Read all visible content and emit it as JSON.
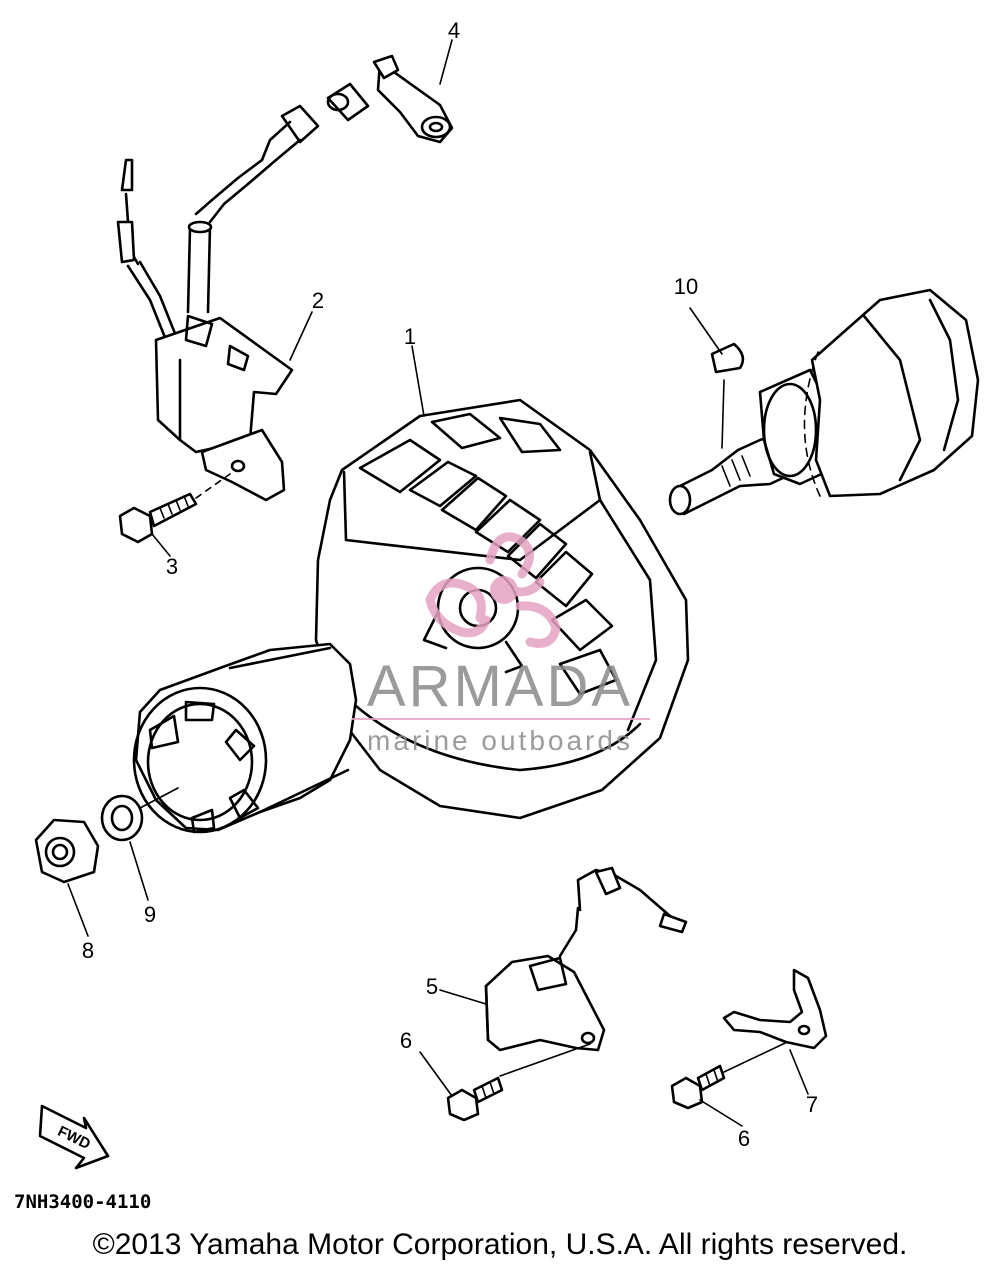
{
  "diagram": {
    "part_labels": [
      {
        "id": "1",
        "text": "1"
      },
      {
        "id": "2",
        "text": "2"
      },
      {
        "id": "3",
        "text": "3"
      },
      {
        "id": "4",
        "text": "4"
      },
      {
        "id": "5",
        "text": "5"
      },
      {
        "id": "6a",
        "text": "6"
      },
      {
        "id": "6b",
        "text": "6"
      },
      {
        "id": "7",
        "text": "7"
      },
      {
        "id": "8",
        "text": "8"
      },
      {
        "id": "9",
        "text": "9"
      },
      {
        "id": "10",
        "text": "10"
      }
    ],
    "fwd_badge": "FWD",
    "drawing_code": "7NH3400-4110"
  },
  "watermark": {
    "brand": "ARMADA",
    "tagline": "marine outboards",
    "accent_color": "#e6a3c3"
  },
  "footer": {
    "copyright": "©2013 Yamaha Motor Corporation, U.S.A. All rights reserved."
  }
}
